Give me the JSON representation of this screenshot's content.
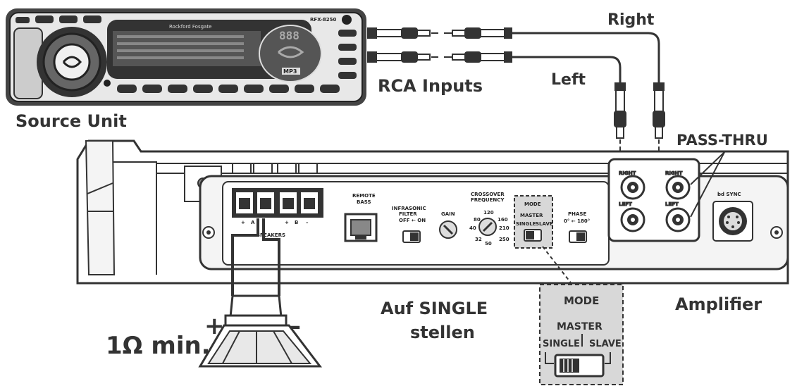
{
  "labels": {
    "right": "Right",
    "left": "Left",
    "rca_inputs": "RCA Inputs",
    "source_unit": "Source Unit",
    "pass_thru": "PASS-THRU",
    "amplifier": "Amplifier",
    "instruction_line1": "Auf SINGLE",
    "instruction_line2": "stellen",
    "impedance": "1Ω min.",
    "plus": "+",
    "minus": "–"
  },
  "source_unit": {
    "brand": "Rockford Fosgate",
    "model": "RFX-8250",
    "display_digits": "888",
    "badge": "MP3"
  },
  "panel": {
    "remote_bass": [
      "REMOTE",
      "BASS"
    ],
    "infrasonic": [
      "INFRASONIC",
      "FILTER"
    ],
    "infrasonic_range": "OFF ← ON",
    "gain": "GAIN",
    "crossover": [
      "CROSSOVER",
      "FREQUENCY"
    ],
    "crossover_ticks": [
      "120",
      "80",
      "160",
      "40",
      "210",
      "32",
      "250",
      "50"
    ],
    "mode": "MODE",
    "master": "MASTER",
    "single": "SINGLE",
    "slave": "SLAVE",
    "phase": "PHASE",
    "phase_range": "0° ← 180°",
    "speakers": "SPEAKERS",
    "speaker_signs": [
      "+",
      "A",
      "–",
      "+",
      "B",
      "–"
    ],
    "rca_right": "RIGHT",
    "rca_left": "LEFT",
    "bd_sync": "bd SYNC"
  },
  "mode_zoom": {
    "title": "MODE",
    "master": "MASTER",
    "single": "SINGLE",
    "slave": "SLAVE"
  },
  "colors": {
    "ink": "#333333",
    "panel_fill": "#f4f4f4",
    "switch_box": "#d8d8d8"
  }
}
